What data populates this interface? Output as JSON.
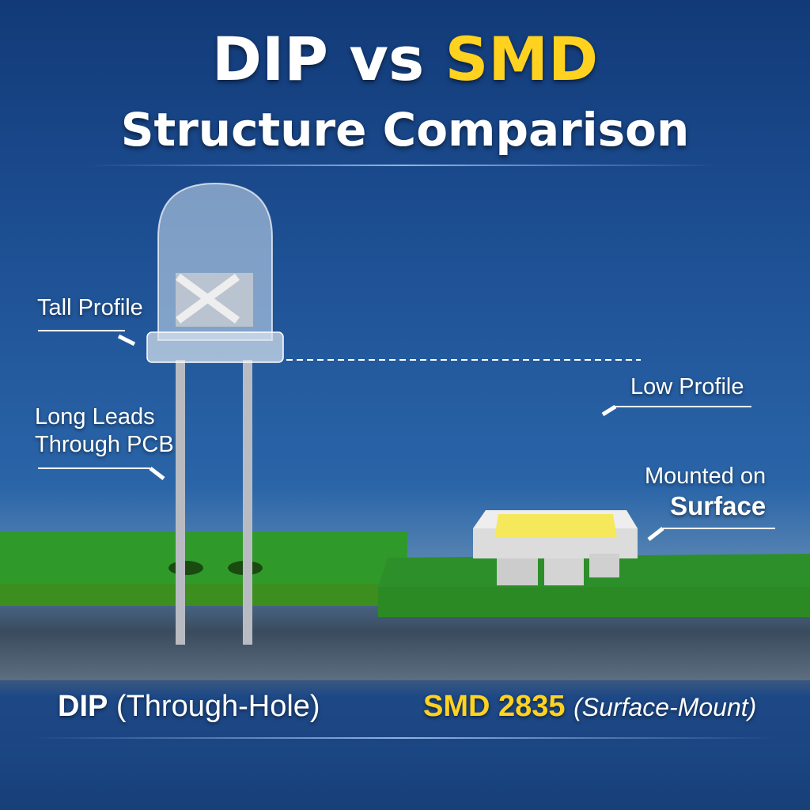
{
  "title": {
    "part1": "DIP vs ",
    "part2": "SMD",
    "subtitle": "Structure Comparison"
  },
  "labels": {
    "tall_profile": "Tall Profile",
    "long_leads_1": "Long Leads",
    "long_leads_2": "Through PCB",
    "low_profile": "Low Profile",
    "mounted_1": "Mounted on",
    "mounted_2": "Surface"
  },
  "captions": {
    "dip_main": "DIP",
    "dip_sub": "(Through-Hole)",
    "smd_main": "SMD 2835",
    "smd_sub": "(Surface-Mount)"
  },
  "colors": {
    "accent": "#ffd21f",
    "pcb": "#2f9a2a",
    "background": "#1d4f93"
  }
}
